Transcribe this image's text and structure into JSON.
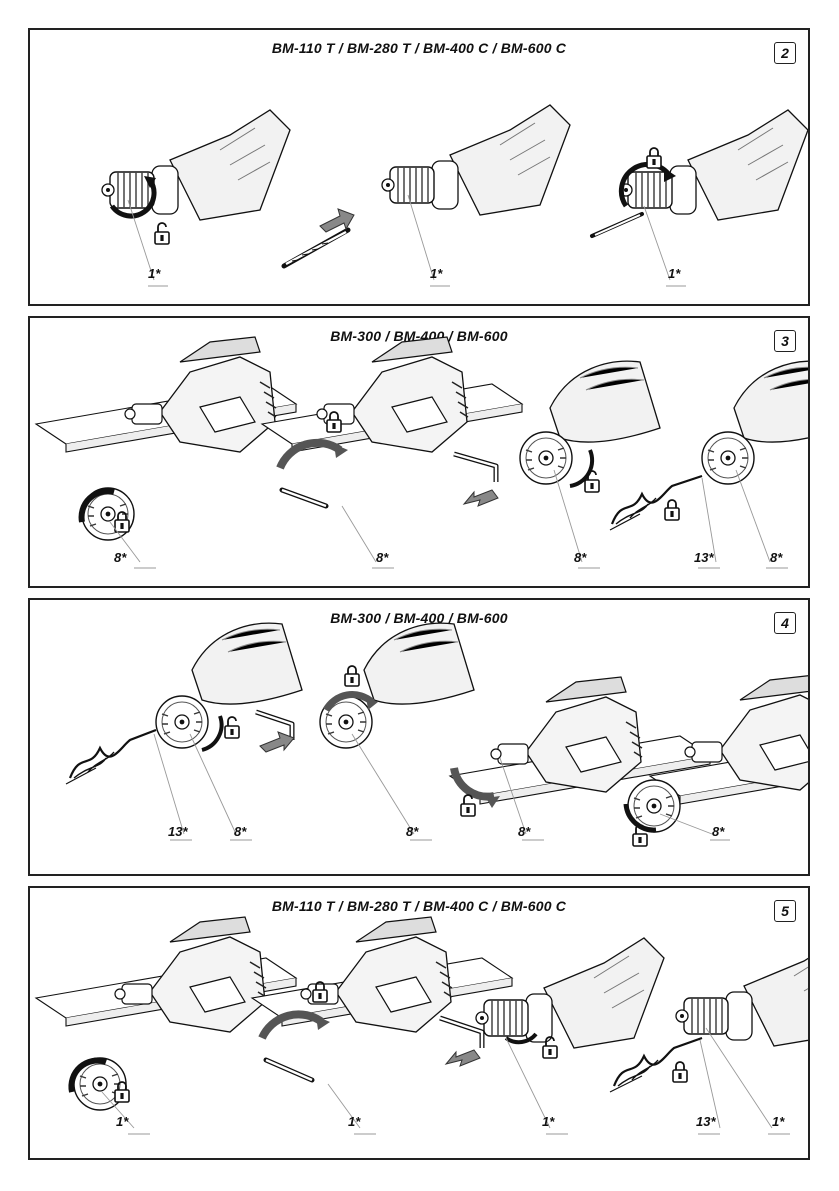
{
  "panels": [
    {
      "id": "2",
      "title": "BM-110 T / BM-280 T / BM-400 C / BM-600 C",
      "labels": [
        "1*",
        "1*",
        "1*"
      ]
    },
    {
      "id": "3",
      "title": "BM-300 / BM-400 / BM-600",
      "labels": [
        "8*",
        "8*",
        "8*",
        "13*",
        "8*"
      ]
    },
    {
      "id": "4",
      "title": "BM-300 / BM-400 / BM-600",
      "labels": [
        "13*",
        "8*",
        "8*",
        "8*",
        "8*"
      ]
    },
    {
      "id": "5",
      "title": "BM-110 T / BM-280 T / BM-400 C / BM-600 C",
      "labels": [
        "1*",
        "1*",
        "1*",
        "13*",
        "1*"
      ]
    }
  ],
  "icons": [
    "padlock-open-icon",
    "padlock-closed-icon",
    "rotation-arrow-icon",
    "direction-arrow-icon",
    "drill-icon",
    "chuck-icon",
    "drill-bit-icon",
    "chuck-key-icon",
    "workbench-icon"
  ]
}
